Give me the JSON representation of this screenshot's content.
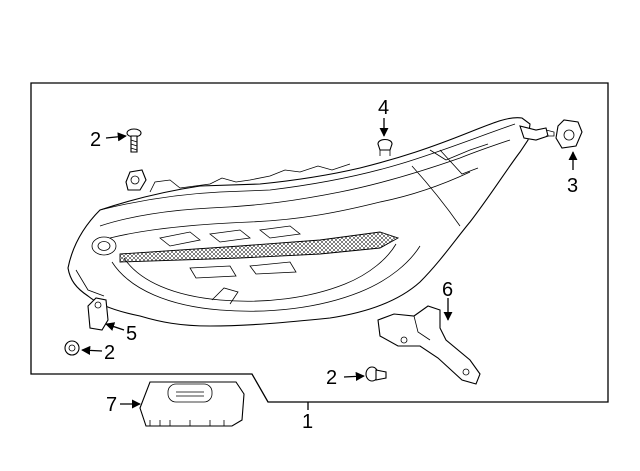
{
  "callouts": {
    "c1": "1",
    "c2a": "2",
    "c2b": "2",
    "c2c": "2",
    "c3": "3",
    "c4": "4",
    "c5": "5",
    "c6": "6",
    "c7": "7"
  }
}
